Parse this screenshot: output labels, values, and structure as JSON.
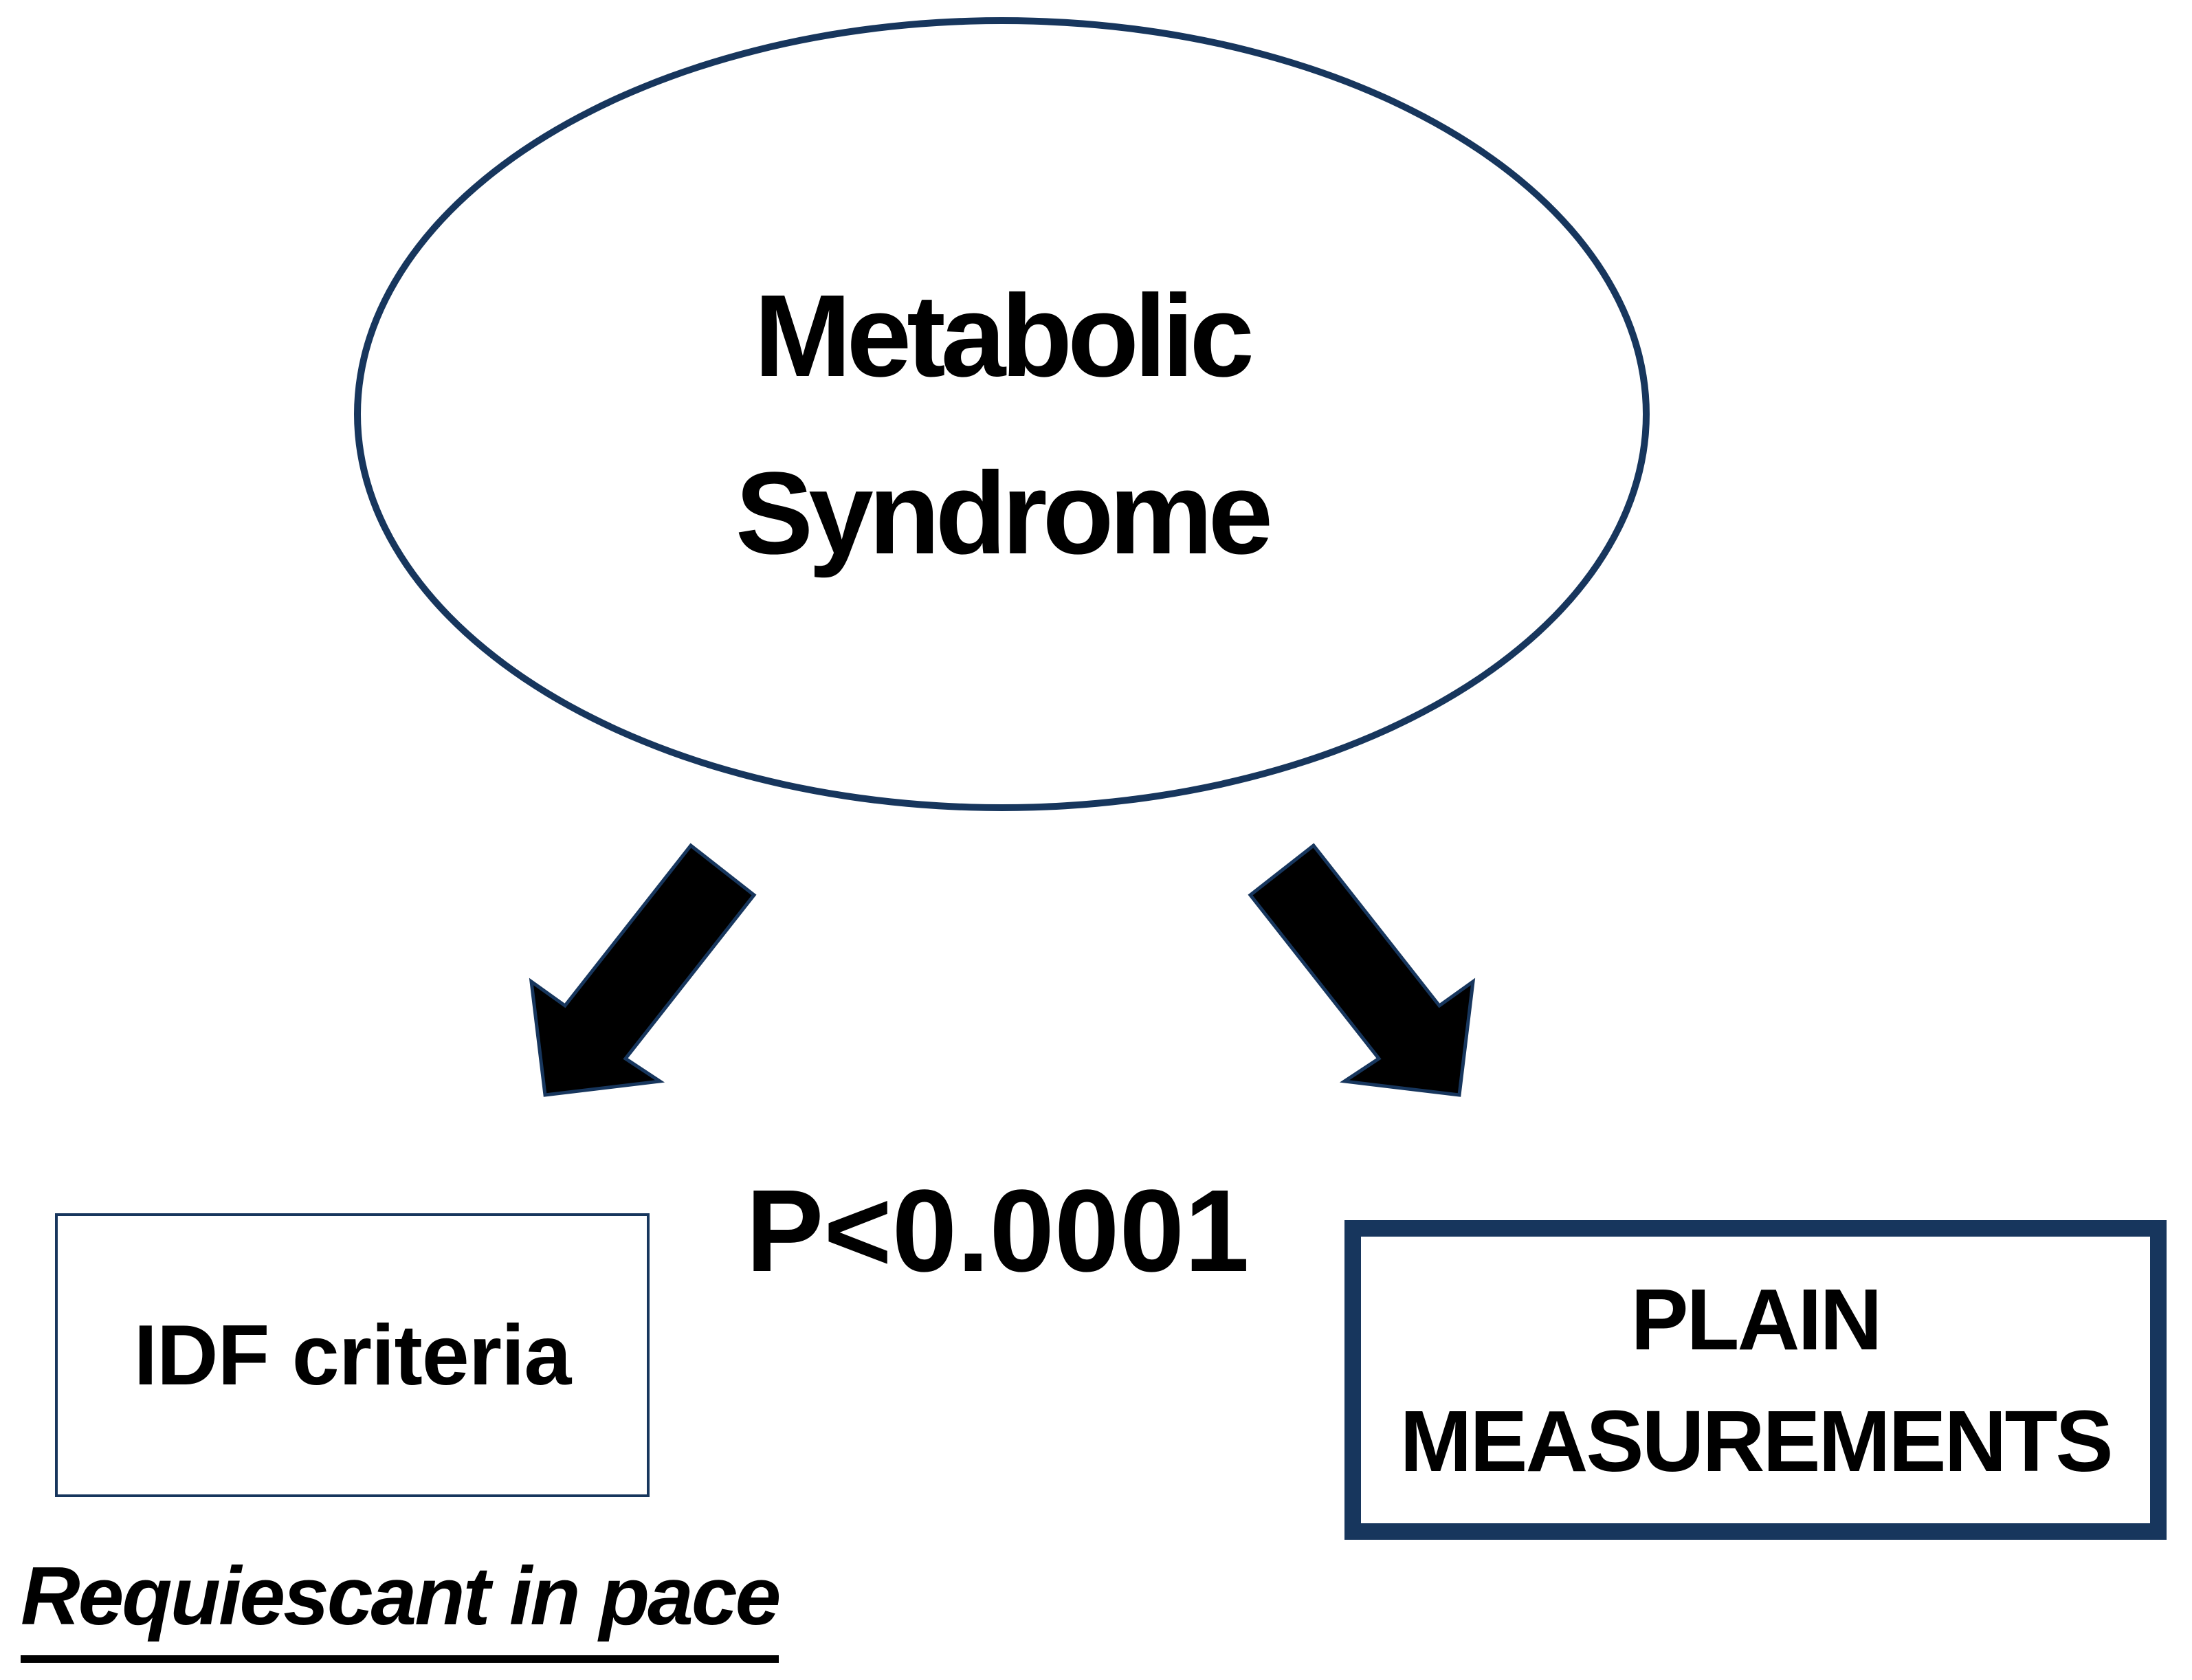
{
  "figure": {
    "background_color": "#ffffff",
    "accent_color": "#17365d",
    "text_color": "#000000"
  },
  "ellipse": {
    "label_line1": "Metabolic",
    "label_line2": "Syndrome"
  },
  "arrows": {
    "left": "down-left-block-arrow",
    "right": "down-right-block-arrow"
  },
  "p_value": {
    "text": "P<0.0001"
  },
  "left_box": {
    "label": "IDF criteria"
  },
  "right_box": {
    "label_line1": "PLAIN",
    "label_line2": "MEASUREMENTS"
  },
  "footer": {
    "text": "Requiescant in pace"
  }
}
